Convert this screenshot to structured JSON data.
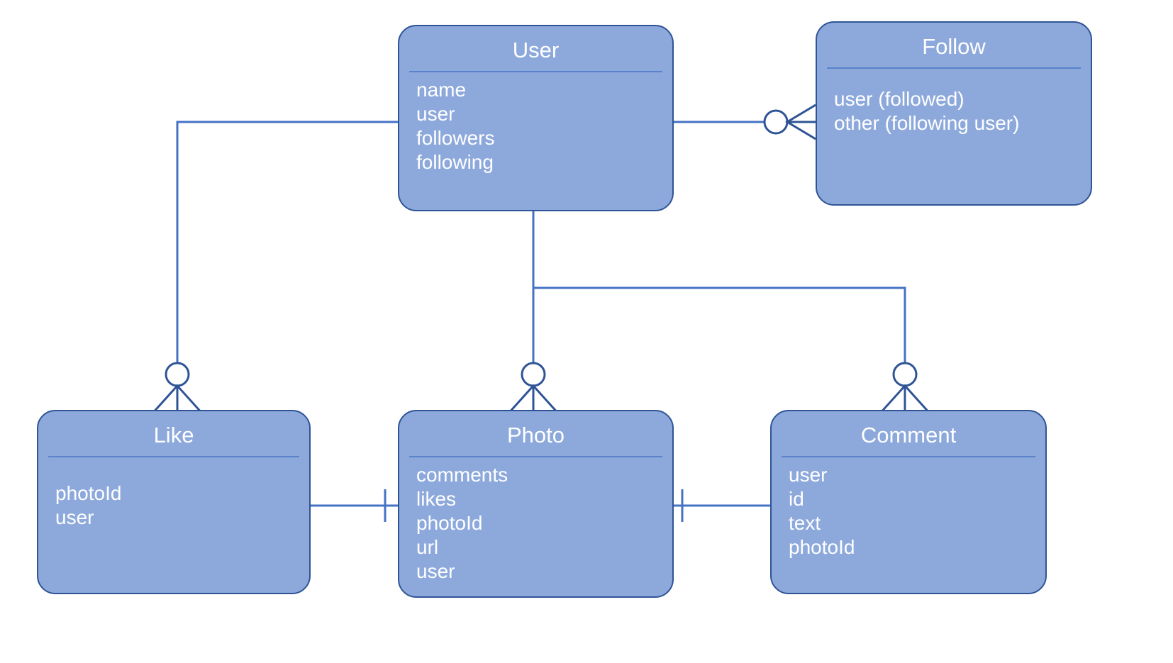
{
  "diagram": {
    "type": "entity-relationship-diagram",
    "notation": "crow-foot",
    "background_color": "#FFFFFF",
    "entity_fill_color": "#8DA9DC",
    "entity_border_color": "#2F5496",
    "divider_color": "#5B83CB",
    "connector_color": "#4472C4",
    "text_color": "#FFFFFF"
  },
  "entities": [
    {
      "id": "user",
      "name": "User",
      "attributes": [
        "name",
        "user",
        "followers",
        "following"
      ]
    },
    {
      "id": "follow",
      "name": "Follow",
      "attributes": [
        "user (followed)",
        "other (following user)"
      ]
    },
    {
      "id": "like",
      "name": "Like",
      "attributes": [
        "photoId",
        "user"
      ]
    },
    {
      "id": "photo",
      "name": "Photo",
      "attributes": [
        "comments",
        "likes",
        "photoId",
        "url",
        "user"
      ]
    },
    {
      "id": "comment",
      "name": "Comment",
      "attributes": [
        "user",
        "id",
        "text",
        "photoId"
      ]
    }
  ],
  "relationships": [
    {
      "id": "user-follow",
      "from": "User",
      "to": "Follow",
      "from_cardinality": "one",
      "to_cardinality": "zero-or-many"
    },
    {
      "id": "user-like",
      "from": "User",
      "to": "Like",
      "from_cardinality": "one",
      "to_cardinality": "zero-or-many"
    },
    {
      "id": "user-photo",
      "from": "User",
      "to": "Photo",
      "from_cardinality": "one",
      "to_cardinality": "zero-or-many"
    },
    {
      "id": "user-comment",
      "from": "User",
      "to": "Comment",
      "from_cardinality": "one",
      "to_cardinality": "zero-or-many"
    },
    {
      "id": "like-photo",
      "from": "Like",
      "to": "Photo",
      "from_cardinality": "one",
      "to_cardinality": "one"
    },
    {
      "id": "photo-comment",
      "from": "Photo",
      "to": "Comment",
      "from_cardinality": "one",
      "to_cardinality": "one"
    }
  ]
}
